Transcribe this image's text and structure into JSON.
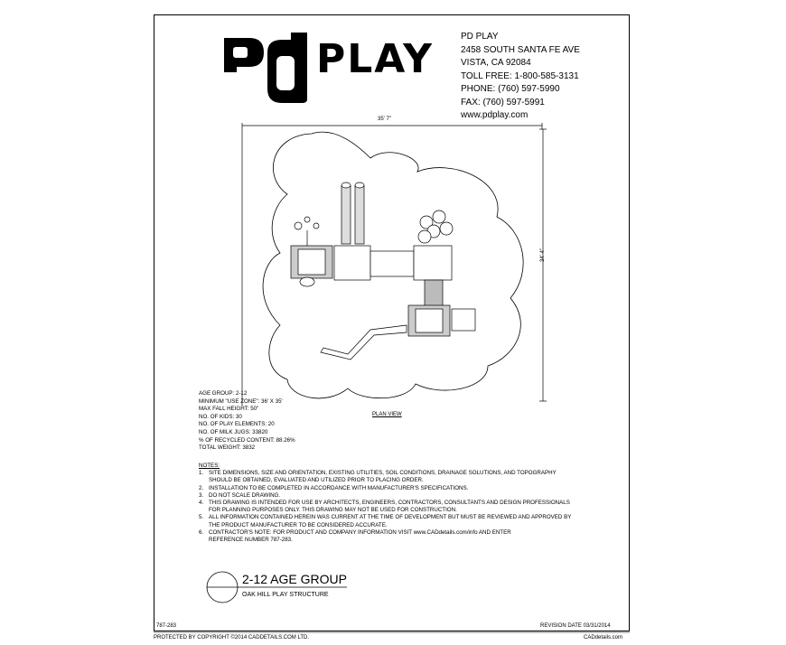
{
  "company": {
    "logo_text": "PLAY",
    "name": "PD PLAY",
    "address_line1": "2458 SOUTH SANTA FE AVE",
    "address_line2": "VISTA, CA 92084",
    "toll_free": "TOLL FREE: 1-800-585-3131",
    "phone": "PHONE: (760) 597-5990",
    "fax": "FAX: (760) 597-5991",
    "website": "www.pdplay.com"
  },
  "drawing": {
    "width_dim": "35' 7\"",
    "height_dim": "34' 4\"",
    "view_label": "PLAN VIEW"
  },
  "specs": [
    "AGE GROUP: 2-12",
    "MINIMUM \"USE ZONE\": 36' X 35'",
    "MAX FALL HEIGHT: 50\"",
    "NO. OF KIDS: 30",
    "NO. OF PLAY ELEMENTS: 20",
    "NO. OF MILK JUGS: 33820",
    "% OF RECYCLED CONTENT: 88.26%",
    "TOTAL WEIGHT: 3832"
  ],
  "notes": {
    "heading": "NOTES:",
    "items": [
      {
        "num": "1.",
        "lines": [
          "SITE DIMENSIONS, SIZE AND ORIENTATION, EXISTING UTILITIES, SOIL CONDITIONS, DRAINAGE SOLUTIONS, AND TOPOGRAPHY",
          "SHOULD BE OBTAINED, EVALUATED AND UTILIZED PRIOR TO PLACING ORDER."
        ]
      },
      {
        "num": "2.",
        "lines": [
          "INSTALLATION TO BE COMPLETED IN ACCORDANCE WITH MANUFACTURER'S SPECIFICATIONS."
        ]
      },
      {
        "num": "3.",
        "lines": [
          "DO NOT SCALE DRAWING."
        ]
      },
      {
        "num": "4.",
        "lines": [
          "THIS DRAWING IS INTENDED FOR USE BY ARCHITECTS, ENGINEERS, CONTRACTORS, CONSULTANTS AND DESIGN PROFESSIONALS",
          "FOR PLANNING PURPOSES ONLY.  THIS DRAWING MAY NOT BE USED FOR CONSTRUCTION."
        ]
      },
      {
        "num": "5.",
        "lines": [
          "ALL INFORMATION CONTAINED HEREIN WAS CURRENT AT THE TIME OF DEVELOPMENT BUT MUST BE REVIEWED AND APPROVED BY",
          "THE PRODUCT MANUFACTURER TO BE CONSIDERED ACCURATE."
        ]
      },
      {
        "num": "6.",
        "lines": [
          "CONTRACTOR'S NOTE: FOR PRODUCT AND COMPANY INFORMATION VISIT www.CADdetails.com/info AND ENTER",
          "REFERENCE NUMBER 787-283."
        ]
      }
    ]
  },
  "title_block": {
    "title": "2-12 AGE GROUP",
    "subtitle": "OAK HILL PLAY STRUCTURE"
  },
  "footer": {
    "reference": "787-283",
    "revision": "REVISION DATE 03/31/2014",
    "copyright": "PROTECTED BY COPYRIGHT ©2014 CADDETAILS.COM LTD.",
    "site": "CADdetails.com"
  }
}
